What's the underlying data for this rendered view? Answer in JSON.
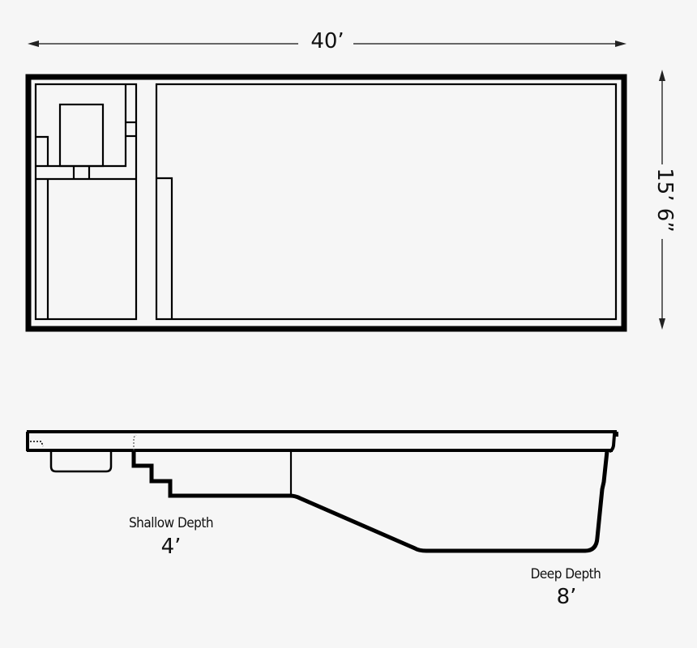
{
  "diagram": {
    "type": "pool-plan",
    "plan_view": {
      "width_label": "40’",
      "height_label": "15’ 6”"
    },
    "profile_view": {
      "shallow": {
        "title": "Shallow Depth",
        "value": "4’"
      },
      "deep": {
        "title": "Deep Depth",
        "value": "8’"
      }
    },
    "colors": {
      "background": "#f6f6f6",
      "line": "#000000",
      "dimension_line": "#666666"
    }
  }
}
